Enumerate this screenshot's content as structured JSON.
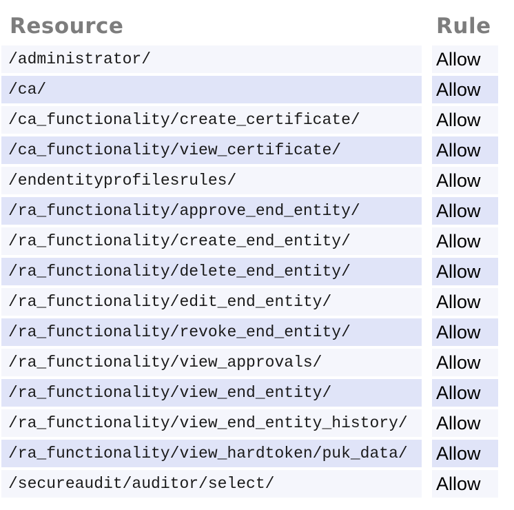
{
  "table": {
    "headers": {
      "resource": "Resource",
      "rule": "Rule"
    },
    "rows": [
      {
        "resource": "/administrator/",
        "rule": "Allow"
      },
      {
        "resource": "/ca/",
        "rule": "Allow"
      },
      {
        "resource": "/ca_functionality/create_certificate/",
        "rule": "Allow"
      },
      {
        "resource": "/ca_functionality/view_certificate/",
        "rule": "Allow"
      },
      {
        "resource": "/endentityprofilesrules/",
        "rule": "Allow"
      },
      {
        "resource": "/ra_functionality/approve_end_entity/",
        "rule": "Allow"
      },
      {
        "resource": "/ra_functionality/create_end_entity/",
        "rule": "Allow"
      },
      {
        "resource": "/ra_functionality/delete_end_entity/",
        "rule": "Allow"
      },
      {
        "resource": "/ra_functionality/edit_end_entity/",
        "rule": "Allow"
      },
      {
        "resource": "/ra_functionality/revoke_end_entity/",
        "rule": "Allow"
      },
      {
        "resource": "/ra_functionality/view_approvals/",
        "rule": "Allow"
      },
      {
        "resource": "/ra_functionality/view_end_entity/",
        "rule": "Allow"
      },
      {
        "resource": "/ra_functionality/view_end_entity_history/",
        "rule": "Allow"
      },
      {
        "resource": "/ra_functionality/view_hardtoken/puk_data/",
        "rule": "Allow"
      },
      {
        "resource": "/secureaudit/auditor/select/",
        "rule": "Allow"
      }
    ]
  },
  "colors": {
    "header_text": "#7d7d7d",
    "resource_text": "#1a1a1a",
    "rule_text": "#000000",
    "row_odd": "#f5f6fc",
    "row_even": "#e0e4f8",
    "background": "#ffffff"
  }
}
